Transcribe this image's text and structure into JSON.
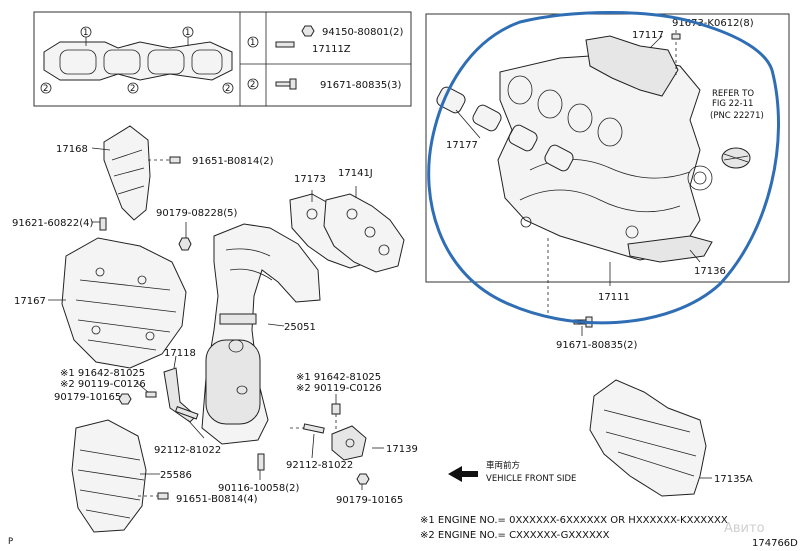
{
  "inset_box": {
    "legend": [
      {
        "num": "1",
        "part_no": "94150-80801(2)"
      },
      {
        "num": "1",
        "part_no": "17111Z"
      },
      {
        "num": "2",
        "part_no": "91671-80835(3)"
      }
    ]
  },
  "callouts": {
    "p17117": "17117",
    "p91673": "91673-K0612(8)",
    "refer_1": "REFER TO",
    "refer_2": "FIG 22-11",
    "refer_3": "(PNC 22271)",
    "p17177": "17177",
    "p17136": "17136",
    "p17111": "17111",
    "p91671_80835_2": "91671-80835(2)",
    "p17168": "17168",
    "p91651_b0814_2": "91651-B0814(2)",
    "p17173": "17173",
    "p17141j": "17141J",
    "p91621": "91621-60822(4)",
    "p90179_08228": "90179-08228(5)",
    "p17167": "17167",
    "p25051": "25051",
    "p17118": "17118",
    "p91642_a": "※1 91642-81025",
    "p90119_a": "※2 90119-C0126",
    "p90179_10165_a": "90179-10165",
    "p92112_a": "92112-81022",
    "p91642_b": "※1 91642-81025",
    "p90119_b": "※2 90119-C0126",
    "p92112_b": "92112-81022",
    "p17139": "17139",
    "p90116": "90116-10058(2)",
    "p90179_10165_b": "90179-10165",
    "p25586": "25586",
    "p91651_b0814_4": "91651-B0814(4)",
    "p17135a": "17135A"
  },
  "front_side": {
    "jp": "車両前方",
    "en": "VEHICLE FRONT SIDE"
  },
  "notes": [
    "※1 ENGINE NO.= 0XXXXXX-6XXXXXX OR HXXXXXX-KXXXXXX",
    "※2 ENGINE NO.= CXXXXXX-GXXXXXX"
  ],
  "corner": {
    "left": "P",
    "watermark": "Авито",
    "fig_id": "174766D"
  },
  "colors": {
    "highlight_circle": "#2f6eb5",
    "line": "#222222",
    "background": "#ffffff"
  }
}
